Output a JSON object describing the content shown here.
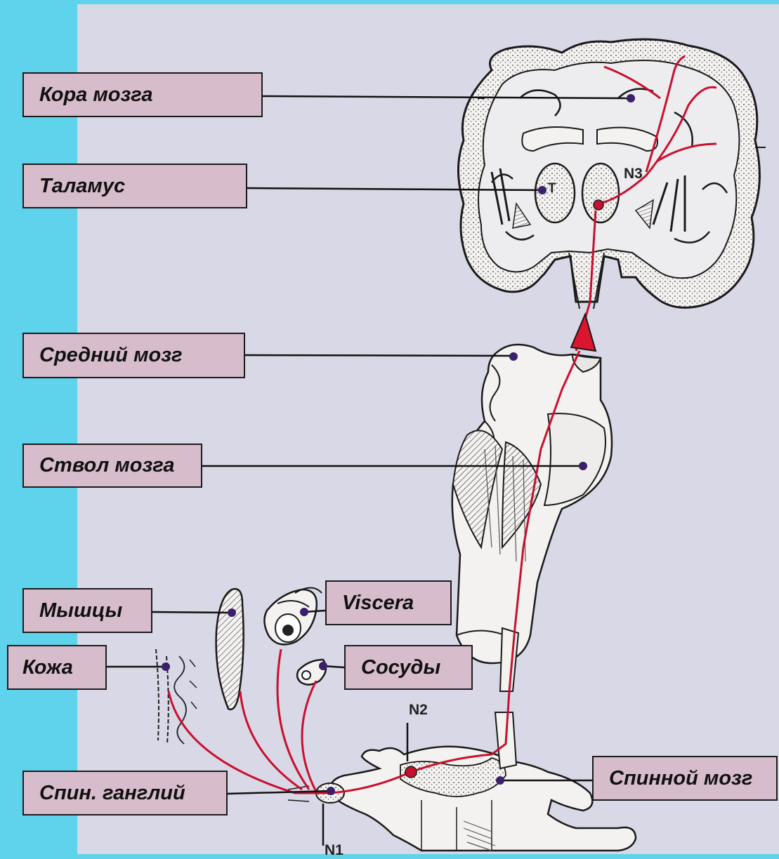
{
  "labels": {
    "cortex": "Кора мозга",
    "thalamus": "Таламус",
    "midbrain": "Средний мозг",
    "brainstem": "Ствол мозга",
    "muscles": "Мышцы",
    "viscera": "Viscera",
    "skin": "Кожа",
    "vessels": "Сосуды",
    "spinal_ganglion": "Спин. ганглий",
    "spinal_cord": "Спинной мозг"
  },
  "neuron_labels": {
    "n1": "N1",
    "n2": "N2",
    "n3": "N3",
    "t": "T"
  },
  "colors": {
    "background": "#5fd3ec",
    "panel": "#d9d8e6",
    "label_fill": "#d7bccc",
    "pathway": "#c8102e",
    "marker": "#3a1f6b"
  }
}
